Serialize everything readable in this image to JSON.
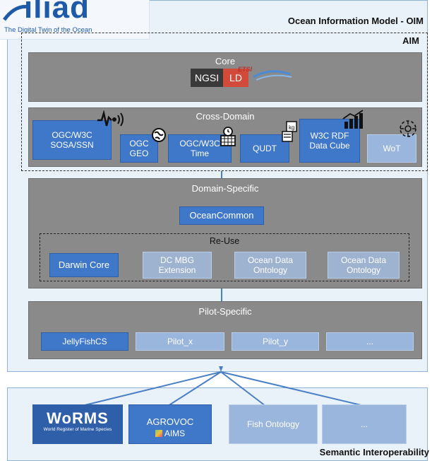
{
  "logo": {
    "name": "iliad",
    "tagline": "The Digital Twin of the Ocean"
  },
  "oim": {
    "title": "Ocean Information Model - OIM"
  },
  "aim": {
    "title": "AIM"
  },
  "core": {
    "title": "Core",
    "ngsi": "NGSI",
    "ld": "LD",
    "etsi": "ETSI"
  },
  "cross_domain": {
    "title": "Cross-Domain",
    "items": [
      {
        "label": "OGC/W3C SOSA/SSN"
      },
      {
        "label": "OGC GEO"
      },
      {
        "label": "OGC/W3C Time"
      },
      {
        "label": "QUDT"
      },
      {
        "label": "W3C RDF Data Cube"
      },
      {
        "label": "WoT"
      }
    ]
  },
  "domain_specific": {
    "title": "Domain-Specific",
    "ocean_common": "OceanCommon",
    "reuse_title": "Re-Use",
    "reuse_items": [
      {
        "label": "Darwin Core"
      },
      {
        "label": "DC MBG Extension"
      },
      {
        "label": "Ocean Data Ontology"
      },
      {
        "label": "Ocean Data Ontology"
      }
    ]
  },
  "pilot_specific": {
    "title": "Pilot-Specific",
    "items": [
      {
        "label": "JellyFishCS"
      },
      {
        "label": "Pilot_x"
      },
      {
        "label": "Pilot_y"
      },
      {
        "label": "..."
      }
    ]
  },
  "semantic": {
    "title": "Semantic Interoperability",
    "items": [
      {
        "label": "WoRMS",
        "sub": "World Register of Marine Species"
      },
      {
        "label": "AGROVOC",
        "sub": "AIMS"
      },
      {
        "label": "Fish Ontology"
      },
      {
        "label": "..."
      }
    ]
  },
  "colors": {
    "blue_box": "#3f77c9",
    "light_box": "#9bb6dc",
    "gray_panel": "#8a8a8a",
    "frame_bg": "#e9f1f9"
  }
}
